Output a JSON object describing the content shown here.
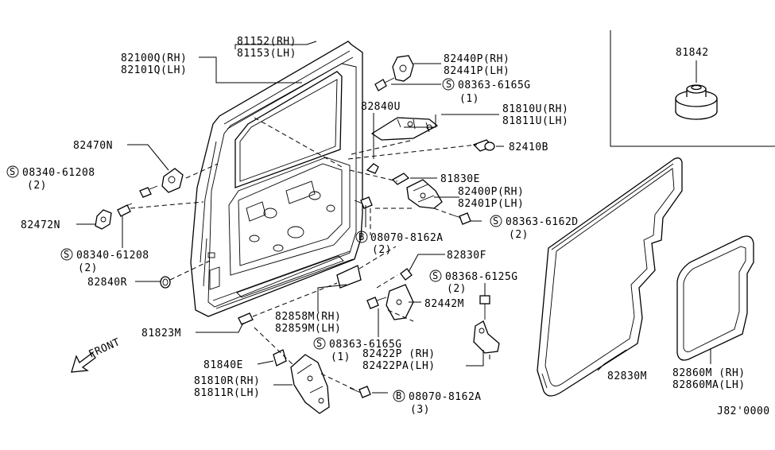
{
  "callouts": {
    "p81152": "81152(RH)",
    "p81153": "81153(LH)",
    "p82100q": "82100Q(RH)",
    "p82101q": "82101Q(LH)",
    "p82440p": "82440P(RH)",
    "p82441p": "82441P(LH)",
    "s1_code": "08363-6165G",
    "s1_qty": "(1)",
    "p82840u": "82840U",
    "p81810u": "81810U(RH)",
    "p81811u": "81811U(LH)",
    "p82470n": "82470N",
    "s2_code": "08340-61208",
    "s2_qty": "(2)",
    "p82410b": "82410B",
    "p81830e": "81830E",
    "p82400p": "82400P(RH)",
    "p82401p": "82401P(LH)",
    "s3_code": "08363-6162D",
    "s3_qty": "(2)",
    "p82472n": "82472N",
    "b1_code": "08070-8162A",
    "b1_qty": "(2)",
    "s4_code": "08340-61208",
    "s4_qty": "(2)",
    "p82830f": "82830F",
    "s5_code": "08368-6125G",
    "s5_qty": "(2)",
    "p82840r": "82840R",
    "p82442m": "82442M",
    "p82858m": "82858M(RH)",
    "p82859m": "82859M(LH)",
    "p81823m": "81823M",
    "s6_code": "08363-6165G",
    "s6_qty": "(1)",
    "p82422p": "82422P (RH)",
    "p82422pa": "82422PA(LH)",
    "front": "FRONT",
    "p81840e": "81840E",
    "p81810r": "81810R(RH)",
    "p81811r": "81811R(LH)",
    "b2_code": "08070-8162A",
    "b2_qty": "(3)",
    "p82830m": "82830M",
    "p82860m": "82860M (RH)",
    "p82860ma": "82860MA(LH)",
    "p81842": "81842",
    "diagram_id": "J82'0000",
    "s_symbol": "S",
    "b_symbol": "B"
  }
}
